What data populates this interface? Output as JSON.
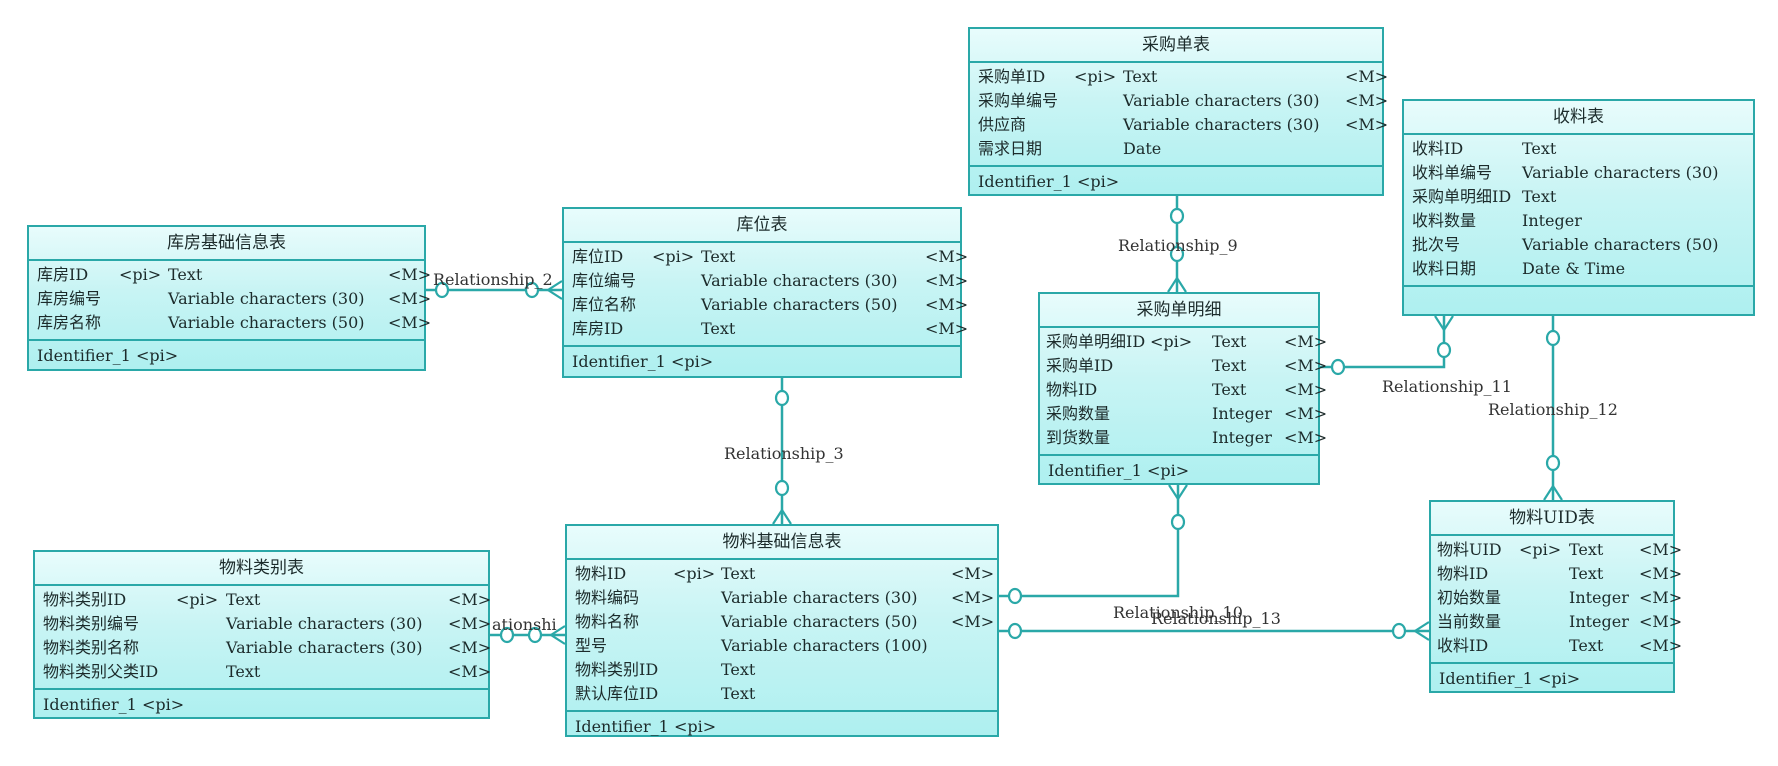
{
  "entities": [
    {
      "title": "库房基础信息表",
      "attrs": [
        {
          "name": "库房ID",
          "key": "<pi>",
          "type": "Text",
          "m": "<M>"
        },
        {
          "name": "库房编号",
          "key": "",
          "type": "Variable characters (30)",
          "m": "<M>"
        },
        {
          "name": "库房名称",
          "key": "",
          "type": "Variable characters (50)",
          "m": "<M>"
        }
      ],
      "identifier": "Identifier_1  <pi>"
    },
    {
      "title": "库位表",
      "attrs": [
        {
          "name": "库位ID",
          "key": "<pi>",
          "type": "Text",
          "m": "<M>"
        },
        {
          "name": "库位编号",
          "key": "",
          "type": "Variable characters (30)",
          "m": "<M>"
        },
        {
          "name": "库位名称",
          "key": "",
          "type": "Variable characters (50)",
          "m": "<M>"
        },
        {
          "name": "库房ID",
          "key": "",
          "type": "Text",
          "m": "<M>"
        }
      ],
      "identifier": "Identifier_1  <pi>"
    },
    {
      "title": "采购单表",
      "attrs": [
        {
          "name": "采购单ID",
          "key": "<pi>",
          "type": "Text",
          "m": "<M>"
        },
        {
          "name": "采购单编号",
          "key": "",
          "type": "Variable characters (30)",
          "m": "<M>"
        },
        {
          "name": "供应商",
          "key": "",
          "type": "Variable characters (30)",
          "m": "<M>"
        },
        {
          "name": "需求日期",
          "key": "",
          "type": "Date",
          "m": ""
        }
      ],
      "identifier": "Identifier_1  <pi>"
    },
    {
      "title": "收料表",
      "attrs": [
        {
          "name": "收料ID",
          "key": "",
          "type": "Text",
          "m": ""
        },
        {
          "name": "收料单编号",
          "key": "",
          "type": "Variable characters (30)",
          "m": ""
        },
        {
          "name": "采购单明细ID",
          "key": "",
          "type": "Text",
          "m": ""
        },
        {
          "name": "收料数量",
          "key": "",
          "type": "Integer",
          "m": ""
        },
        {
          "name": "批次号",
          "key": "",
          "type": "Variable characters (50)",
          "m": ""
        },
        {
          "name": "收料日期",
          "key": "",
          "type": "Date & Time",
          "m": ""
        }
      ],
      "identifier": ""
    },
    {
      "title": "采购单明细",
      "attrs": [
        {
          "name": "采购单明细ID",
          "key": "<pi>",
          "type": "Text",
          "m": "<M>"
        },
        {
          "name": "采购单ID",
          "key": "",
          "type": "Text",
          "m": "<M>"
        },
        {
          "name": "物料ID",
          "key": "",
          "type": "Text",
          "m": "<M>"
        },
        {
          "name": "采购数量",
          "key": "",
          "type": "Integer",
          "m": "<M>"
        },
        {
          "name": "到货数量",
          "key": "",
          "type": "Integer",
          "m": "<M>"
        }
      ],
      "identifier": "Identifier_1  <pi>"
    },
    {
      "title": "物料类别表",
      "attrs": [
        {
          "name": "物料类别ID",
          "key": "<pi>",
          "type": "Text",
          "m": "<M>"
        },
        {
          "name": "物料类别编号",
          "key": "",
          "type": "Variable characters (30)",
          "m": "<M>"
        },
        {
          "name": "物料类别名称",
          "key": "",
          "type": "Variable characters (30)",
          "m": "<M>"
        },
        {
          "name": "物料类别父类ID",
          "key": "",
          "type": "Text",
          "m": "<M>"
        }
      ],
      "identifier": "Identifier_1  <pi>"
    },
    {
      "title": "物料基础信息表",
      "attrs": [
        {
          "name": "物料ID",
          "key": "<pi>",
          "type": "Text",
          "m": "<M>"
        },
        {
          "name": "物料编码",
          "key": "",
          "type": "Variable characters (30)",
          "m": "<M>"
        },
        {
          "name": "物料名称",
          "key": "",
          "type": "Variable characters (50)",
          "m": "<M>"
        },
        {
          "name": "型号",
          "key": "",
          "type": "Variable characters (100)",
          "m": ""
        },
        {
          "name": "物料类别ID",
          "key": "",
          "type": "Text",
          "m": ""
        },
        {
          "name": "默认库位ID",
          "key": "",
          "type": "Text",
          "m": ""
        }
      ],
      "identifier": "Identifier_1  <pi>"
    },
    {
      "title": "物料UID表",
      "attrs": [
        {
          "name": "物料UID",
          "key": "<pi>",
          "type": "Text",
          "m": "<M>"
        },
        {
          "name": "物料ID",
          "key": "",
          "type": "Text",
          "m": "<M>"
        },
        {
          "name": "初始数量",
          "key": "",
          "type": "Integer",
          "m": "<M>"
        },
        {
          "name": "当前数量",
          "key": "",
          "type": "Integer",
          "m": "<M>"
        },
        {
          "name": "收料ID",
          "key": "",
          "type": "Text",
          "m": "<M>"
        }
      ],
      "identifier": "Identifier_1  <pi>"
    }
  ],
  "relationships": [
    "Relationship_2",
    "Relationship_3",
    "Relationship_9",
    "Relationship_11",
    "Relationship_12",
    "Relationship_10",
    "Relationship_13",
    "ationshi"
  ],
  "colors": {
    "border": "#2aa8a8",
    "line": "#2aa8a8",
    "fill_top": "#e8fcfc",
    "fill_bottom": "#aef0f0"
  }
}
